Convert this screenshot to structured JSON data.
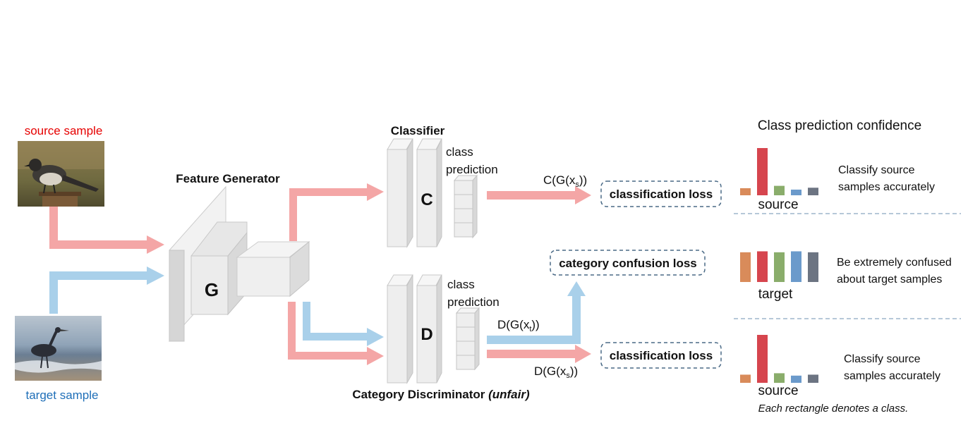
{
  "labels": {
    "source_sample": "source sample",
    "target_sample": "target sample",
    "feature_generator": "Feature Generator",
    "g_letter": "G",
    "classifier": "Classifier",
    "c_letter": "C",
    "d_letter": "D",
    "class_word": "class",
    "prediction_word": "prediction",
    "discriminator_main": "Category Discriminator ",
    "discriminator_qualifier": "(unfair)",
    "conf_title": "Class prediction confidence",
    "footnote": "Each rectangle denotes a class."
  },
  "formulas": {
    "c_g_xs": {
      "pre": "C(G(x",
      "sub": "s",
      "post": "))"
    },
    "d_g_xt": {
      "pre": "D(G(x",
      "sub": "t",
      "post": "))"
    },
    "d_g_xs": {
      "pre": "D(G(x",
      "sub": "s",
      "post": "))"
    }
  },
  "losses": {
    "classification_top": "classification loss",
    "category_confusion": "category confusion loss",
    "classification_bottom": "classification loss"
  },
  "confidence_rows": [
    {
      "label": "source",
      "desc_line1": "Classify source",
      "desc_line2": "samples accurately",
      "values": [
        0.15,
        1.0,
        0.2,
        0.12,
        0.16
      ]
    },
    {
      "label": "target",
      "desc_line1": "Be extremely confused",
      "desc_line2": "about target samples",
      "values": [
        0.62,
        0.64,
        0.62,
        0.64,
        0.62
      ]
    },
    {
      "label": "source",
      "desc_line1": "Classify source",
      "desc_line2": "samples accurately",
      "values": [
        0.17,
        1.0,
        0.2,
        0.15,
        0.17
      ]
    }
  ],
  "class_colors": [
    "#d98b5a",
    "#d6454e",
    "#8aad6b",
    "#6b9acb",
    "#6c7482"
  ],
  "colors": {
    "source": "#e60000",
    "target": "#1f6fb8",
    "source_arrow": "#f4a6a6",
    "target_arrow": "#a9d0ea",
    "loss_border": "#4a6a86"
  },
  "icons": {
    "source_image": "bird-on-post-image",
    "target_image": "heron-in-water-image"
  }
}
